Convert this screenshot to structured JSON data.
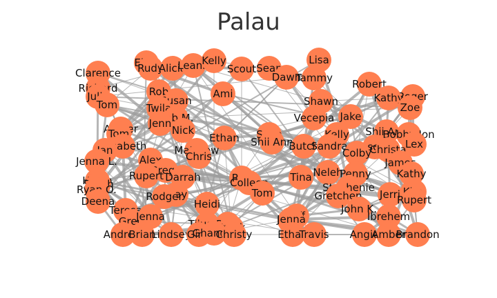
{
  "title": "Palau",
  "colors": {
    "node": "#ff7f50",
    "edge": "#9e9e9e",
    "title": "#333333",
    "label": "#111111"
  },
  "nodes": [
    "Clarence",
    "Eliza",
    "Rudy",
    "Alicia",
    "Leann",
    "Kelly",
    "Scout",
    "Sean",
    "Lisa",
    "Richard",
    "Julie",
    "Tom",
    "Rob",
    "Susan",
    "Ami",
    "Dawn",
    "Tammy",
    "Robert",
    "Roger",
    "Kathy",
    "Zoe",
    "Twila",
    "Rob M.",
    "Jenn",
    "Shawn",
    "Jake",
    "Vecepia",
    "Amber",
    "Tom",
    "Nick",
    "Ethan",
    "Sean",
    "Shii Ann",
    "Butch",
    "Kelly",
    "Sandra",
    "Shii Ann",
    "Bobby Jon",
    "Lex",
    "Elisabeth",
    "Jan",
    "Matthew",
    "Paschal",
    "Christa",
    "Jenna L.",
    "Alex",
    "Kim",
    "Chris",
    "Colby",
    "James",
    "Gregg",
    "Darrah",
    "Neleh",
    "Penny",
    "Kathy",
    "Helen",
    "Sarah",
    "Ryan O.",
    "Rupert",
    "Rob",
    "Colleen",
    "Tina",
    "Stephenie",
    "Clay",
    "Tom",
    "Gretchen",
    "Kim",
    "Deena",
    "Rodger",
    "Jerri",
    "Rupert",
    "Heidi",
    "John K.",
    "Teresa",
    "Ibrehem",
    "Greg",
    "Jenna",
    "Katie",
    "Jeff",
    "Tijuana",
    "Rory",
    "Jenna",
    "Andrew",
    "Brian",
    "Lindsey",
    "Gina",
    "Frank",
    "Ghandia",
    "Christy",
    "Ethan",
    "Travis",
    "Angie",
    "Amber",
    "Brandon"
  ]
}
